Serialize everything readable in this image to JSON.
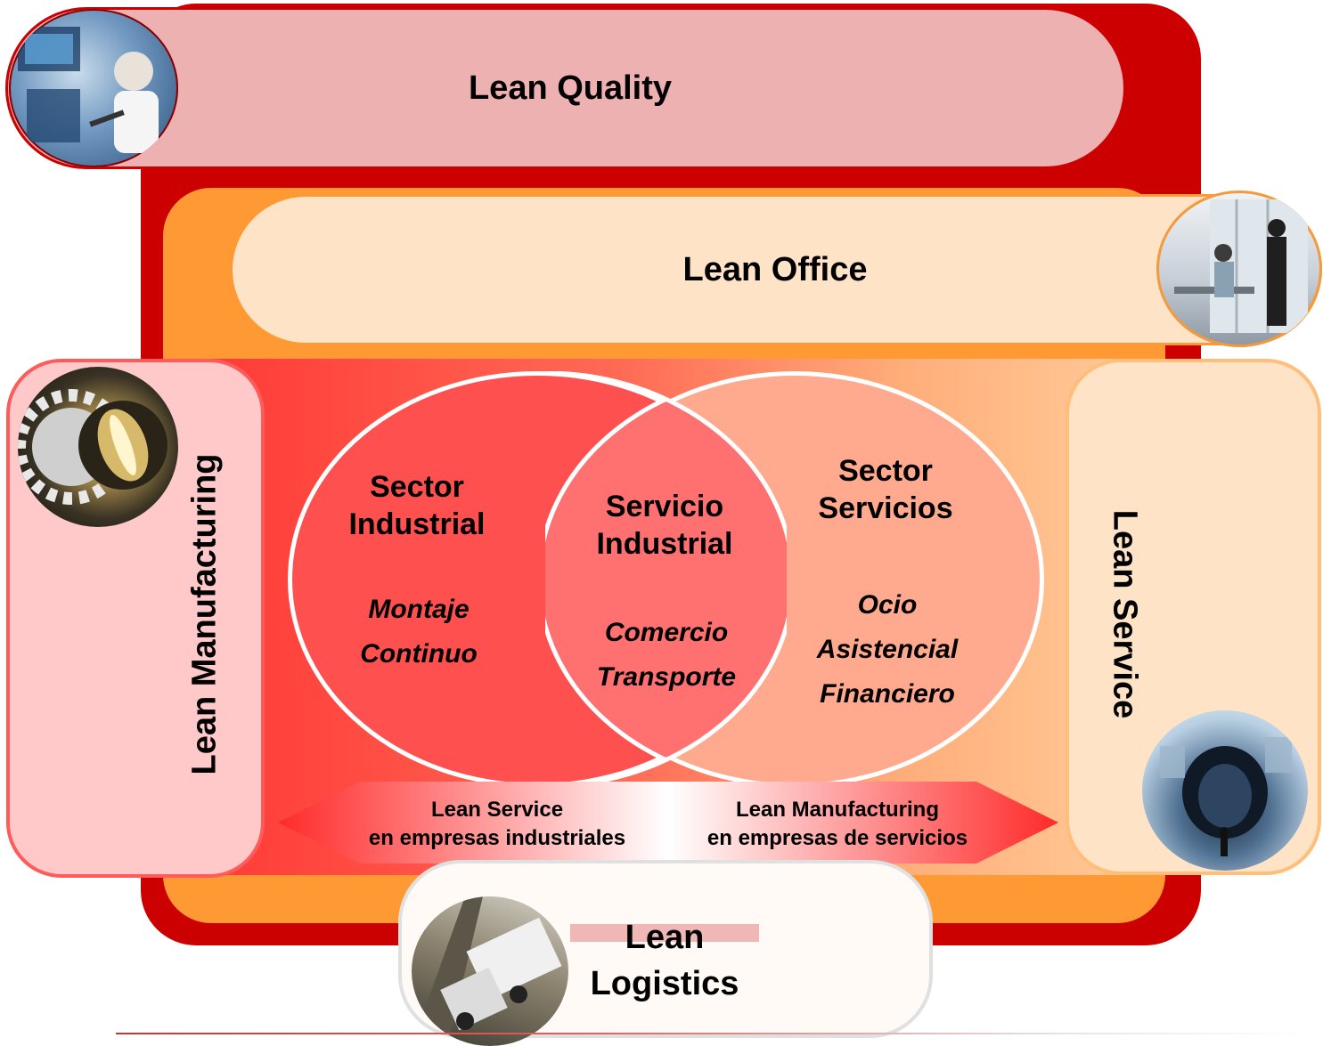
{
  "lean_quality": {
    "title": "Lean Quality"
  },
  "lean_office": {
    "title": "Lean Office"
  },
  "lean_manufacturing": {
    "title": "Lean Manufacturing"
  },
  "lean_service": {
    "title": "Lean Service"
  },
  "lean_logistics": {
    "title_line1": "Lean",
    "title_line2": "Logistics"
  },
  "venn": {
    "left": {
      "title_line1": "Sector",
      "title_line2": "Industrial",
      "items": [
        "Montaje",
        "Continuo"
      ]
    },
    "center": {
      "title_line1": "Servicio",
      "title_line2": "Industrial",
      "items": [
        "Comercio",
        "Transporte"
      ]
    },
    "right": {
      "title_line1": "Sector",
      "title_line2": "Servicios",
      "items": [
        "Ocio",
        "Asistencial",
        "Financiero"
      ]
    }
  },
  "arrow": {
    "left_line1": "Lean Service",
    "left_line2": "en empresas industriales",
    "right_line1": "Lean Manufacturing",
    "right_line2": "en empresas de servicios"
  },
  "colors": {
    "quality_frame": "#cc0000",
    "office_frame": "#ff9933",
    "quality_fill": "#eeb1b1",
    "office_fill": "#fee3c6",
    "manufacturing_fill": "#ffc9c9",
    "industrial_circle": "#ff5050",
    "services_circle": "#ffa98e",
    "overlap": "#ff7070"
  },
  "icons": {
    "quality_photo": "lab-technician-photo",
    "office_photo": "office-workers-photo",
    "manufacturing_photo": "gear-photo",
    "service_photo": "tunnel-portal-photo",
    "logistics_photo": "truck-photo"
  }
}
